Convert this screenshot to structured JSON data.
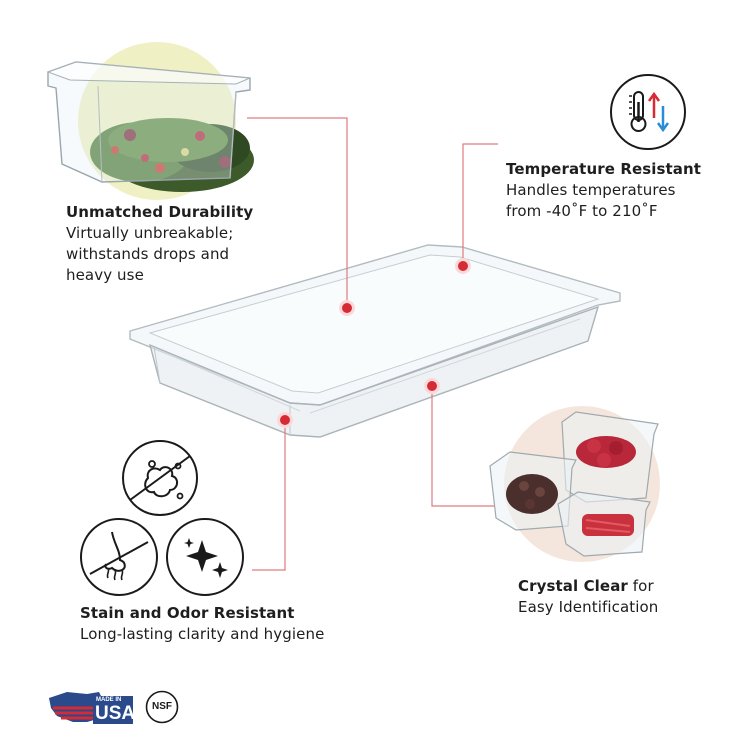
{
  "colors": {
    "accent_red": "#d62b35",
    "leader_line": "#e07a80",
    "icon_stroke": "#1a1a1a",
    "salad_circle": "#eff0c4",
    "berries_circle": "#f4e6dc"
  },
  "features": {
    "durability": {
      "title": "Unmatched Durability",
      "lines": [
        "Virtually unbreakable;",
        "withstands drops and",
        "heavy use"
      ]
    },
    "temperature": {
      "title": "Temperature Resistant",
      "lines": [
        "Handles temperatures",
        "from -40˚F to 210˚F"
      ]
    },
    "stain": {
      "title": "Stain and Odor Resistant",
      "lines": [
        "Long-lasting clarity and hygiene"
      ]
    },
    "clear": {
      "title_bold": "Crystal Clear",
      "title_rest": " for",
      "line2": "Easy Identification"
    }
  },
  "icons": {
    "thermometer": "thermometer-icon",
    "stain": "no-stain-icon",
    "odor": "no-odor-icon",
    "sparkle": "sparkle-icon"
  },
  "badges": {
    "made_in_small": "MADE IN",
    "made_in_big": "USA",
    "nsf": "NSF"
  }
}
